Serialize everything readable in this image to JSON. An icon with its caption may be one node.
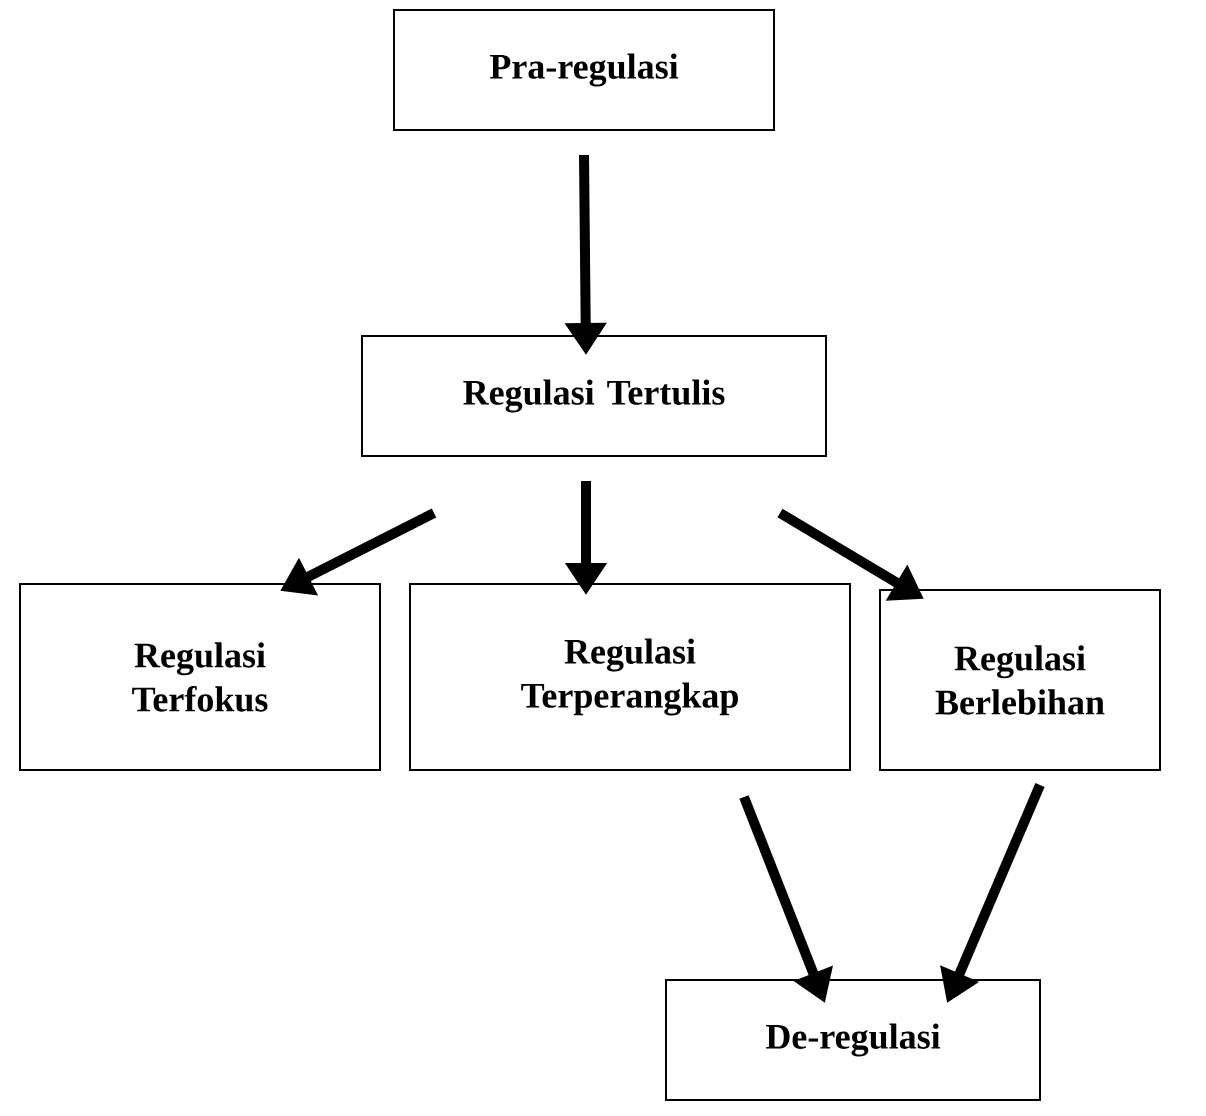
{
  "diagram": {
    "nodes": [
      {
        "text": [
          "Pra-regulasi"
        ]
      },
      {
        "text": [
          "Regulasi Tertulis"
        ]
      },
      {
        "text": [
          "Regulasi Terfokus"
        ]
      },
      {
        "text": [
          "Regulasi Terperangkap"
        ]
      },
      {
        "text": [
          "Regulasi Berlebihan"
        ]
      },
      {
        "text": [
          "De-regulasi"
        ]
      }
    ],
    "edges": [
      {
        "from": 0,
        "to": 1,
        "arrow": "to"
      },
      {
        "from": 1,
        "to": 2,
        "arrow": "to"
      },
      {
        "from": 1,
        "to": 3,
        "arrow": "to"
      },
      {
        "from": 1,
        "to": 4,
        "arrow": "to"
      },
      {
        "from": 3,
        "to": 5,
        "arrow": "to"
      },
      {
        "from": 4,
        "to": 5,
        "arrow": "to"
      }
    ]
  }
}
